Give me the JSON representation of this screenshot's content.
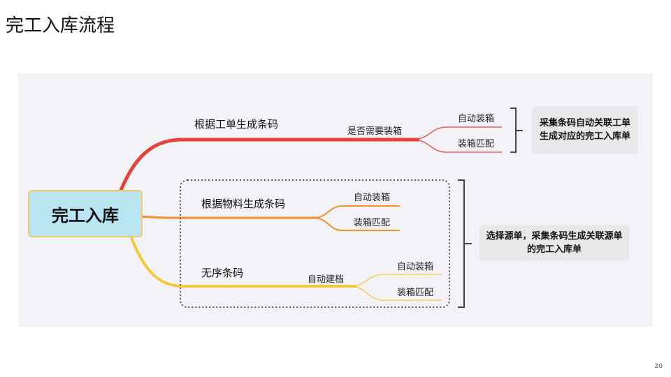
{
  "title": "完工入库流程",
  "center": "完工入库",
  "branches": [
    {
      "label": "根据工单生成条码",
      "sub": "是否需要装箱",
      "leaves": [
        "自动装箱",
        "装箱匹配"
      ],
      "color": "#e8403a"
    },
    {
      "label": "根据物料生成条码",
      "leaves": [
        "自动装箱",
        "装箱匹配"
      ],
      "color": "#f0902e"
    },
    {
      "label": "无序条码",
      "sub": "自动建档",
      "leaves": [
        "自动装箱",
        "装箱匹配"
      ],
      "color": "#f5c83c"
    }
  ],
  "notes": [
    "采集条码自动关联工单生成对应的完工入库单",
    "选择源单，采集条码生成关联源单的完工入库单"
  ],
  "page_number": "20"
}
